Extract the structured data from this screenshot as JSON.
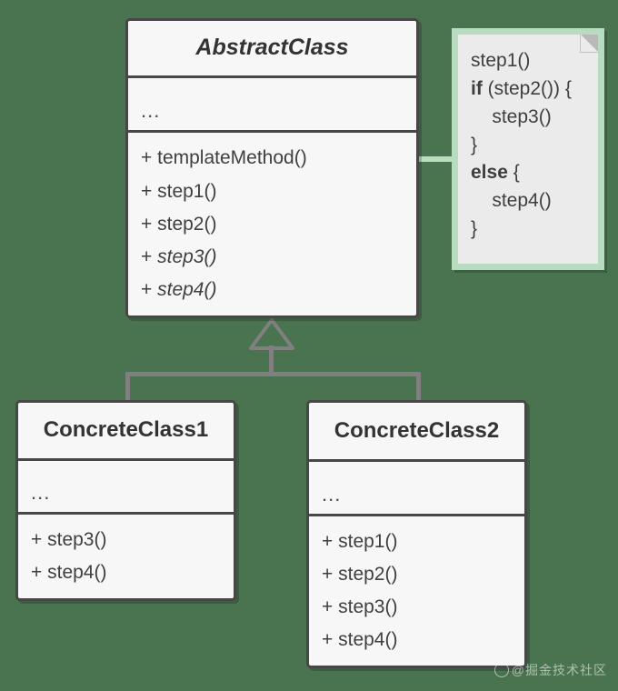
{
  "diagram": {
    "title": "Template Method pattern UML class diagram",
    "background_color": "#4a7350",
    "box_fill_color": "#f7f7f7",
    "box_border_color": "#474747",
    "connector_color": "#808080",
    "note_border_color": "#b8dcc0",
    "note_fill_color": "#ebebeb"
  },
  "abstract_class": {
    "name": "AbstractClass",
    "stereotype": "abstract",
    "attributes": "...",
    "operations": [
      {
        "visibility": "+",
        "name": "templateMethod()",
        "abstract": false
      },
      {
        "visibility": "+",
        "name": "step1()",
        "abstract": false
      },
      {
        "visibility": "+",
        "name": "step2()",
        "abstract": false
      },
      {
        "visibility": "+",
        "name": "step3()",
        "abstract": true
      },
      {
        "visibility": "+",
        "name": "step4()",
        "abstract": true
      }
    ]
  },
  "concrete_class_1": {
    "name": "ConcreteClass1",
    "attributes": "...",
    "operations": [
      {
        "visibility": "+",
        "name": "step3()",
        "abstract": false
      },
      {
        "visibility": "+",
        "name": "step4()",
        "abstract": false
      }
    ]
  },
  "concrete_class_2": {
    "name": "ConcreteClass2",
    "attributes": "...",
    "operations": [
      {
        "visibility": "+",
        "name": "step1()",
        "abstract": false
      },
      {
        "visibility": "+",
        "name": "step2()",
        "abstract": false
      },
      {
        "visibility": "+",
        "name": "step3()",
        "abstract": false
      },
      {
        "visibility": "+",
        "name": "step4()",
        "abstract": false
      }
    ]
  },
  "code_note": {
    "attached_to": "templateMethod()",
    "lines": [
      {
        "text": "step1()",
        "bold_prefix": ""
      },
      {
        "text": " (step2()) {",
        "bold_prefix": "if"
      },
      {
        "text": "    step3()",
        "bold_prefix": ""
      },
      {
        "text": "}",
        "bold_prefix": ""
      },
      {
        "text": " {",
        "bold_prefix": "else"
      },
      {
        "text": "    step4()",
        "bold_prefix": ""
      },
      {
        "text": "}",
        "bold_prefix": ""
      }
    ]
  },
  "relationships": [
    {
      "type": "generalization",
      "from": "ConcreteClass1",
      "to": "AbstractClass"
    },
    {
      "type": "generalization",
      "from": "ConcreteClass2",
      "to": "AbstractClass"
    },
    {
      "type": "note-anchor",
      "from": "code_note",
      "to": "AbstractClass"
    }
  ],
  "watermark": {
    "text": "@掘金技术社区"
  }
}
